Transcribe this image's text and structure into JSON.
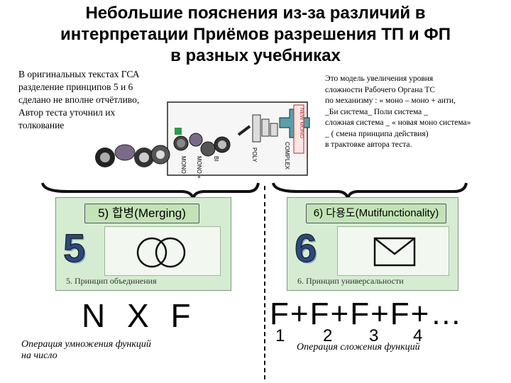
{
  "title": {
    "line1": "Небольшие пояснения из-за различий в",
    "line2": "интерпретации  Приёмов разрешения ТП и ФП",
    "line3": "в разных учебниках"
  },
  "left_note": {
    "line1": "В  оригинальных текстах  ГСА",
    "line2": "разделение принципов 5 и 6",
    "line3": "сделано не вполне отчётливо,",
    "line4": "Автор  теста уточнил  их",
    "line5": "толкование"
  },
  "right_note": {
    "line1": "Это модель увеличения уровня",
    "line2": "сложности  Рабочего Органа ТС",
    "line3": "по механизму : « моно – моно + анти,",
    "line4": "_Би система_ Поли система _",
    "line5": "сложная система  _ « новая моно система»",
    "line6": "_ ( смена  принципа  действия)",
    "line7": "в трактовке  автора теста."
  },
  "device_labels": {
    "mono": "MONO",
    "mono_anti": "MONO + ANTI",
    "bi": "BI",
    "poly": "POLY",
    "complex": "COMPLEX",
    "new_mono": "NEW MONO"
  },
  "panel5": {
    "number": "5",
    "label": "5) 합병(Merging)",
    "caption": "5. Принцип объединения"
  },
  "panel6": {
    "number": "6",
    "label": "6) 다용도(Mutifunctionality)",
    "caption": "6. Принцип универсальности"
  },
  "left_formula": {
    "text": "N X F",
    "operation_line1": "Операция  умножения  функций",
    "operation_line2": "на число"
  },
  "right_formula": {
    "f": "F",
    "plus": "+",
    "ellipsis": "…",
    "subscripts": [
      "1",
      "2",
      "3",
      "4"
    ],
    "operation": "Операция сложения функций"
  },
  "colors": {
    "panel_green": "#d6ecd2",
    "pill_green": "#c2e3b6",
    "number_blue": "#2a4a7a",
    "accent_red": "#cc2222"
  }
}
